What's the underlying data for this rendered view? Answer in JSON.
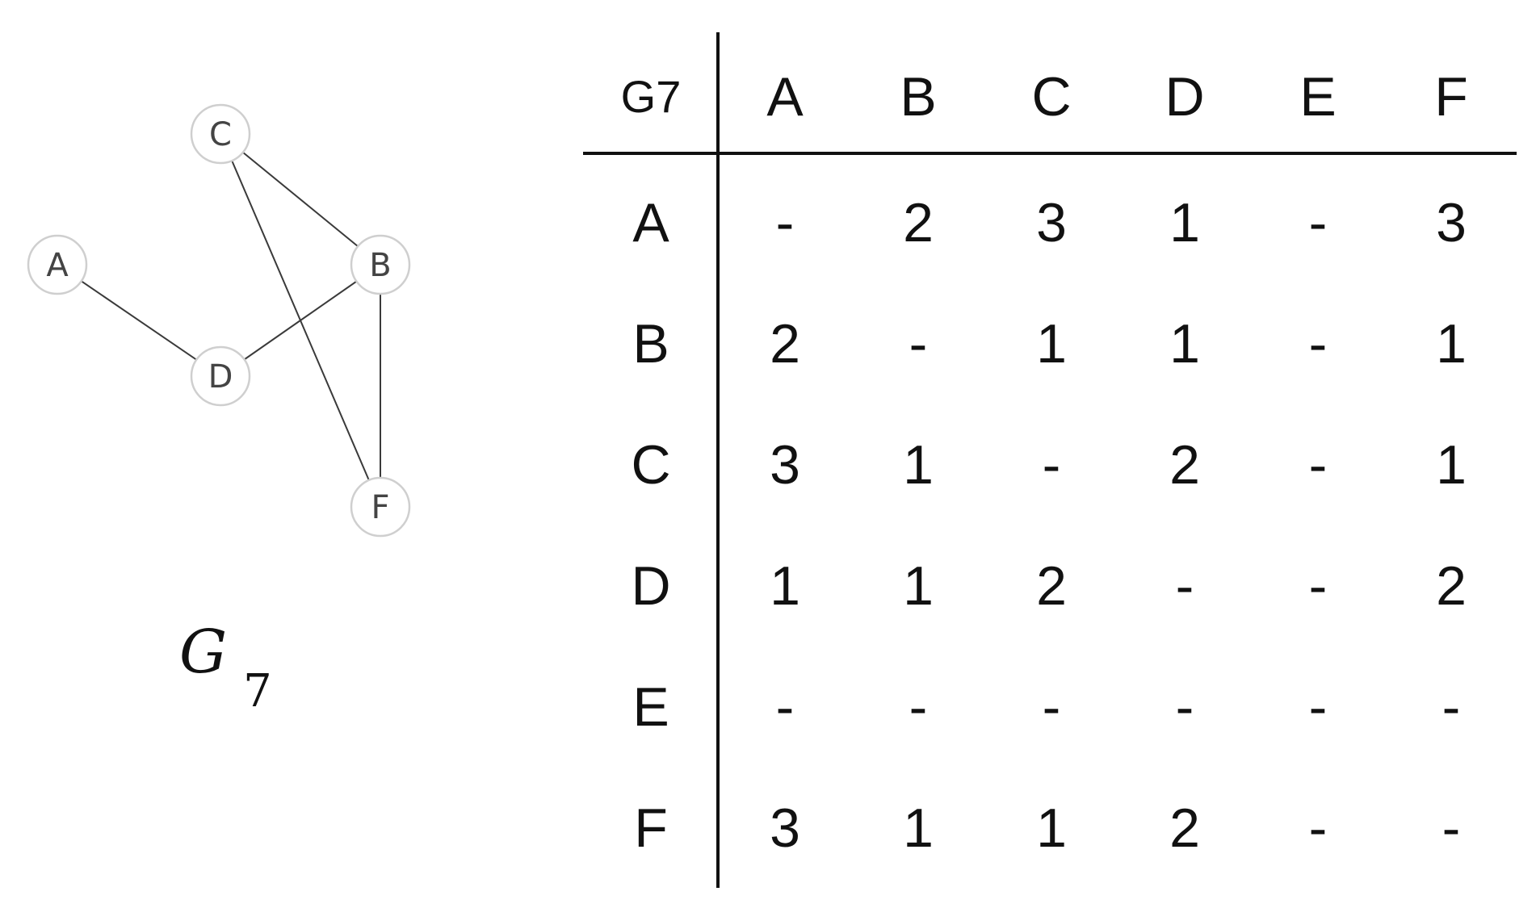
{
  "graph": {
    "name": "G",
    "name_subscript": "7",
    "nodes": [
      {
        "id": "C",
        "label": "C"
      },
      {
        "id": "A",
        "label": "A"
      },
      {
        "id": "B",
        "label": "B"
      },
      {
        "id": "D",
        "label": "D"
      },
      {
        "id": "F",
        "label": "F"
      }
    ],
    "edges": [
      {
        "from": "A",
        "to": "D"
      },
      {
        "from": "C",
        "to": "B"
      },
      {
        "from": "C",
        "to": "F"
      },
      {
        "from": "D",
        "to": "B"
      },
      {
        "from": "B",
        "to": "F"
      }
    ]
  },
  "table": {
    "corner_label": "G7",
    "column_headers": [
      "A",
      "B",
      "C",
      "D",
      "E",
      "F"
    ],
    "row_headers": [
      "A",
      "B",
      "C",
      "D",
      "E",
      "F"
    ],
    "cells": [
      [
        "-",
        "2",
        "3",
        "1",
        "-",
        "3"
      ],
      [
        "2",
        "-",
        "1",
        "1",
        "-",
        "1"
      ],
      [
        "3",
        "1",
        "-",
        "2",
        "-",
        "1"
      ],
      [
        "1",
        "1",
        "2",
        "-",
        "-",
        "2"
      ],
      [
        "-",
        "-",
        "-",
        "-",
        "-",
        "-"
      ],
      [
        "3",
        "1",
        "1",
        "2",
        "-",
        "-"
      ]
    ]
  }
}
